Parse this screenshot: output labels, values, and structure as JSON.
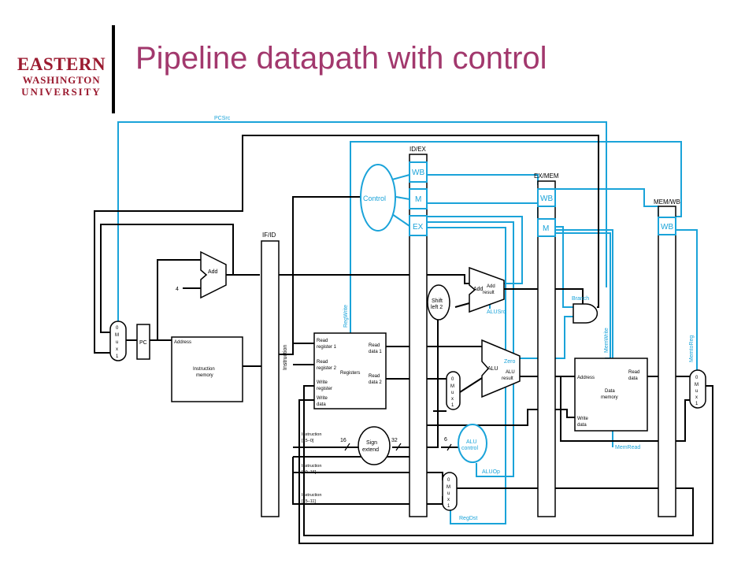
{
  "header": {
    "logo_line1": "EASTERN",
    "logo_line2": "WASHINGTON",
    "logo_line3": "UNIVERSITY",
    "title": "Pipeline datapath with control"
  },
  "colors": {
    "control": "#1aa3d9",
    "wire": "#000000",
    "title": "#a2386d",
    "logo": "#9b1b30"
  },
  "registers": {
    "ifid": "IF/ID",
    "idex": "ID/EX",
    "exmem": "EX/MEM",
    "memwb": "MEM/WB"
  },
  "stage_fields": {
    "wb": "WB",
    "m": "M",
    "ex": "EX"
  },
  "units": {
    "add": "Add",
    "const4": "4",
    "pc": "PC",
    "imem_address": "Address",
    "imem_label1": "Instruction",
    "imem_label2": "memory",
    "instruction": "Instruction",
    "control": "Control",
    "reg_read1a": "Read",
    "reg_read1b": "register 1",
    "reg_read2a": "Read",
    "reg_read2b": "register 2",
    "reg_writea": "Write",
    "reg_writeb": "register",
    "reg_wdataa": "Write",
    "reg_wdatab": "data",
    "reg_rdata1a": "Read",
    "reg_rdata1b": "data 1",
    "reg_rdata2a": "Read",
    "reg_rdata2b": "data 2",
    "registers": "Registers",
    "sign1": "Sign",
    "sign2": "extend",
    "bits16": "16",
    "bits32": "32",
    "bits6": "6",
    "shift1": "Shift",
    "shift2": "left 2",
    "addr_add": "Add",
    "addr_res1": "Add",
    "addr_res2": "result",
    "alu": "ALU",
    "alu_zero": "Zero",
    "alu_res1": "ALU",
    "alu_res2": "result",
    "aluctrl1": "ALU",
    "aluctrl2": "control",
    "dmem_address": "Address",
    "dmem_read1": "Read",
    "dmem_read2": "data",
    "dmem_label1": "Data",
    "dmem_label2": "memory",
    "dmem_write1": "Write",
    "dmem_write2": "data",
    "instr_15_0a": "Instruction",
    "instr_15_0b": "[15–0]",
    "instr_20_16a": "Instruction",
    "instr_20_16b": "[20–16]",
    "instr_15_11a": "Instruction",
    "instr_15_11b": "[15–11]",
    "mux": [
      "0",
      "M",
      "u",
      "x",
      "1"
    ]
  },
  "signals": {
    "pcsrc": "PCSrc",
    "regwrite": "RegWrite",
    "branch": "Branch",
    "memwrite": "MemWrite",
    "memtoreg": "MemtoReg",
    "alusrc": "ALUSrc",
    "memread": "MemRead",
    "aluop": "ALUOp",
    "regdst": "RegDst"
  }
}
